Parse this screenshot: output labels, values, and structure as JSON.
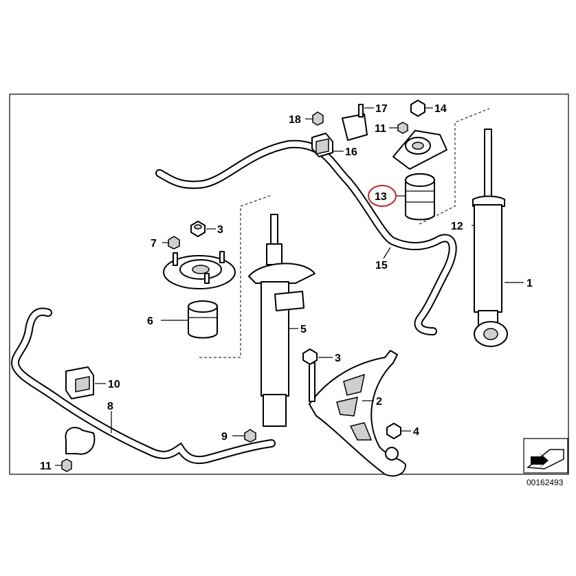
{
  "drawing_code": "00162493",
  "highlight_color": "#d01f25",
  "labels": {
    "p1": "1",
    "p2": "2",
    "p3a": "3",
    "p3b": "3",
    "p4": "4",
    "p5": "5",
    "p6": "6",
    "p7": "7",
    "p8": "8",
    "p9": "9",
    "p10": "10",
    "p11a": "11",
    "p11b": "11",
    "p12": "12",
    "p13": "13",
    "p14": "14",
    "p15": "15",
    "p16": "16",
    "p17": "17",
    "p18": "18"
  }
}
